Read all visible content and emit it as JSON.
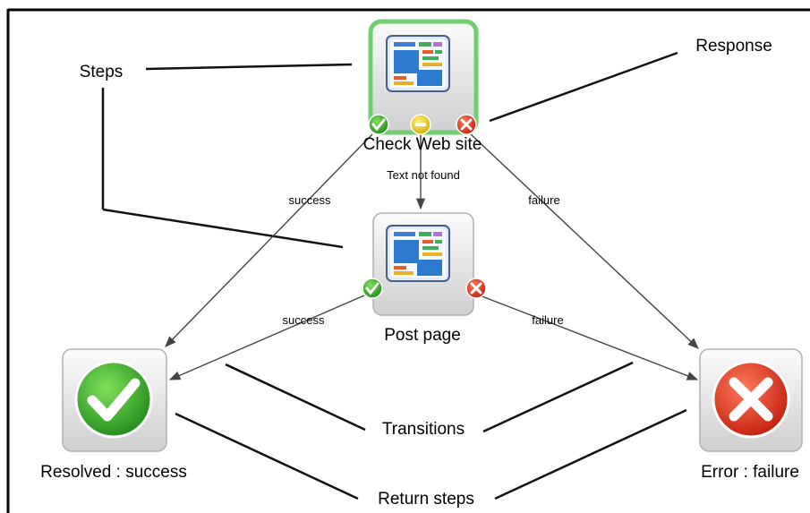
{
  "diagram": {
    "nodes": {
      "check_web_site": {
        "label": "Check Web site",
        "icon": "web-page-icon"
      },
      "post_page": {
        "label": "Post page",
        "icon": "web-page-icon"
      },
      "resolved": {
        "label": "Resolved : success",
        "icon": "green-check-icon"
      },
      "error": {
        "label": "Error : failure",
        "icon": "red-x-icon"
      }
    },
    "transitions": {
      "check_success": "success",
      "check_text_not_found": "Text not found",
      "check_failure": "failure",
      "post_success": "success",
      "post_failure": "failure"
    },
    "annotations": {
      "steps": "Steps",
      "response": "Response",
      "transitions": "Transitions",
      "return_steps": "Return steps"
    },
    "colors": {
      "selected_border": "#6fcf6f",
      "success": "#3fae2a",
      "neutral": "#e8c400",
      "failure": "#e0442a"
    }
  }
}
